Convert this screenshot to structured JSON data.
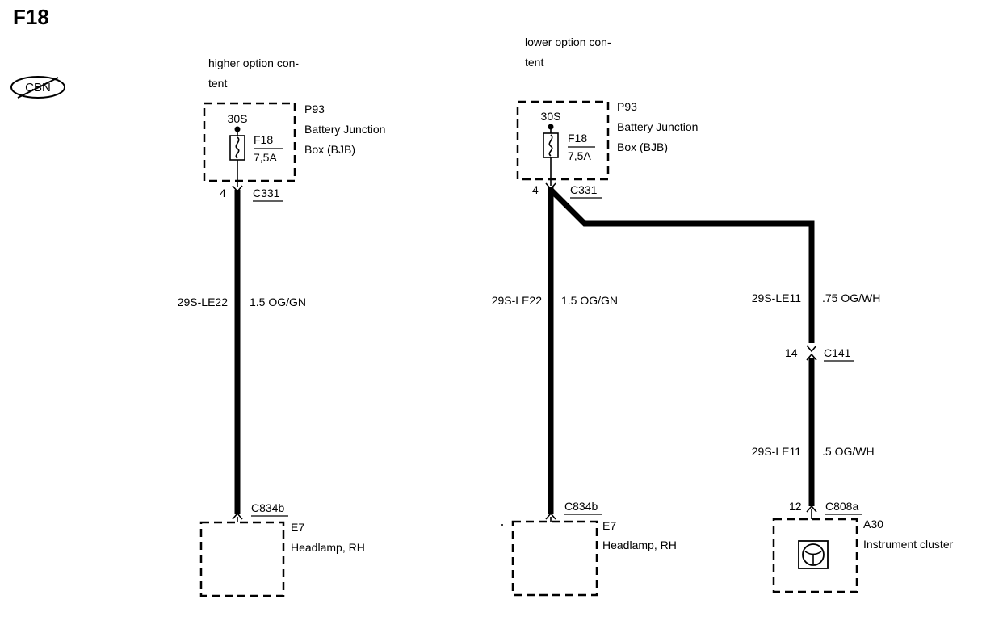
{
  "page_title": "F18",
  "cbn_symbol": "CBN",
  "left": {
    "option_text_line1": "higher option con-",
    "option_text_line2": "tent",
    "bjb": {
      "pin": "30S",
      "fuse_id": "F18",
      "fuse_rating": "7,5A",
      "ref": "P93",
      "name_line1": "Battery Junction",
      "name_line2": "Box (BJB)"
    },
    "connector_top": {
      "pin": "4",
      "name": "C331"
    },
    "wire": {
      "circuit": "29S-LE22",
      "spec": "1.5 OG/GN"
    },
    "connector_bottom": {
      "name": "C834b"
    },
    "load": {
      "ref": "E7",
      "name": "Headlamp, RH"
    }
  },
  "right": {
    "option_text_line1": "lower option con-",
    "option_text_line2": "tent",
    "bjb": {
      "pin": "30S",
      "fuse_id": "F18",
      "fuse_rating": "7,5A",
      "ref": "P93",
      "name_line1": "Battery Junction",
      "name_line2": "Box (BJB)"
    },
    "connector_top": {
      "pin": "4",
      "name": "C331"
    },
    "wire_headlamp": {
      "circuit": "29S-LE22",
      "spec": "1.5 OG/GN"
    },
    "connector_bottom_headlamp": {
      "name": "C834b"
    },
    "load_headlamp": {
      "ref": "E7",
      "name": "Headlamp, RH"
    },
    "wire_cluster_upper": {
      "circuit": "29S-LE11",
      "spec": ".75 OG/WH"
    },
    "connector_mid": {
      "pin": "14",
      "name": "C141"
    },
    "wire_cluster_lower": {
      "circuit": "29S-LE11",
      "spec": ".5 OG/WH"
    },
    "connector_cluster": {
      "pin": "12",
      "name": "C808a"
    },
    "load_cluster": {
      "ref": "A30",
      "name": "Instrument cluster",
      "icon": "instrument-cluster-icon"
    }
  }
}
